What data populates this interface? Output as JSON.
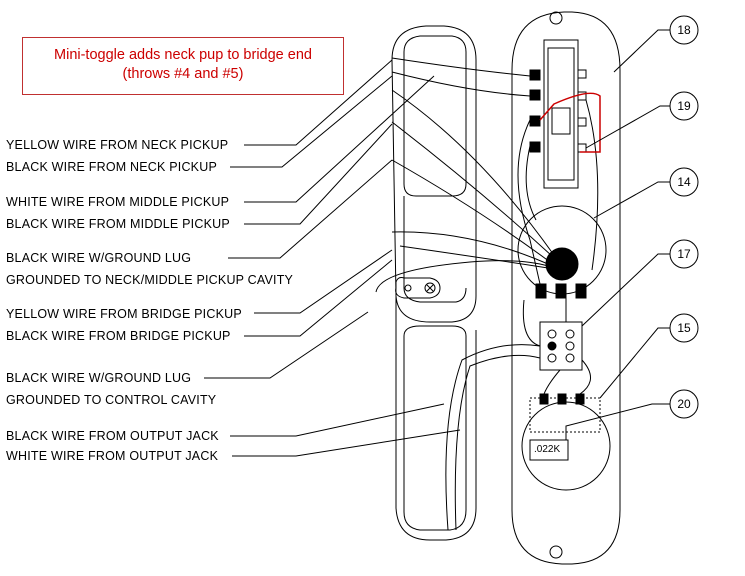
{
  "note": {
    "line1": "Mini-toggle adds neck pup to bridge end",
    "line2": "(throws #4 and #5)"
  },
  "labels": [
    "YELLOW WIRE FROM NECK PICKUP",
    "BLACK WIRE FROM NECK PICKUP",
    "WHITE WIRE FROM MIDDLE PICKUP",
    "BLACK WIRE FROM MIDDLE PICKUP",
    "BLACK WIRE W/GROUND LUG",
    "GROUNDED TO NECK/MIDDLE PICKUP CAVITY",
    "YELLOW WIRE FROM BRIDGE PICKUP",
    "BLACK WIRE FROM BRIDGE PICKUP",
    "BLACK WIRE W/GROUND LUG",
    "GROUNDED TO CONTROL CAVITY",
    "BLACK WIRE FROM OUTPUT JACK",
    "WHITE WIRE FROM OUTPUT JACK"
  ],
  "callouts": [
    "18",
    "19",
    "14",
    "17",
    "15",
    "20"
  ],
  "capacitor_label": ".022K",
  "colors": {
    "line": "#000000",
    "red_wire": "#cc0000",
    "note_text": "#cc0000",
    "note_border": "#c03030"
  }
}
